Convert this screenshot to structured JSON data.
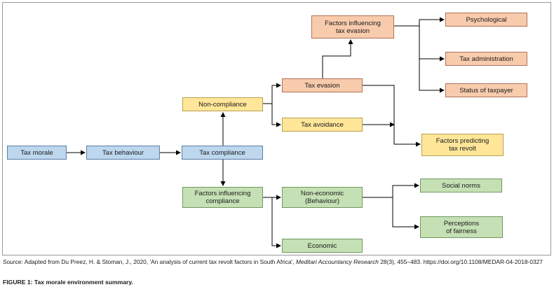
{
  "nodes": {
    "tax_morale": "Tax morale",
    "tax_behaviour": "Tax behaviour",
    "tax_compliance": "Tax compliance",
    "non_compliance": "Non-compliance",
    "tax_evasion": "Tax evasion",
    "tax_avoidance": "Tax avoidance",
    "factors_influencing_evasion": "Factors influencing\ntax evasion",
    "psychological": "Psychological",
    "tax_administration": "Tax administration",
    "status_of_taxpayer": "Status of taxpayer",
    "factors_predicting_revolt": "Factors predicting\ntax revolt",
    "factors_influencing_compliance": "Factors influencing\ncompliance",
    "non_economic": "Non-economic\n(Behaviour)",
    "economic": "Economic",
    "social_norms": "Social norms",
    "perceptions_of_fairness": "Perceptions\nof fairness"
  },
  "colors": {
    "blue": "#bdd7ee",
    "orange": "#f8cbad",
    "yellow": "#ffe699",
    "green": "#c5e0b4"
  },
  "source": {
    "label": "Source:",
    "text_1": " Adapted from Du Preez, H. & Stoman, J., 2020, 'An analysis of current tax revolt factors in South Africa', ",
    "journal": "Meditari Accountancy Research",
    "text_2": " 28(3), 455–483. https://doi.org/10.1108/MEDAR-04-2018-0327"
  },
  "caption": "FIGURE 1: Tax morale environment summary."
}
